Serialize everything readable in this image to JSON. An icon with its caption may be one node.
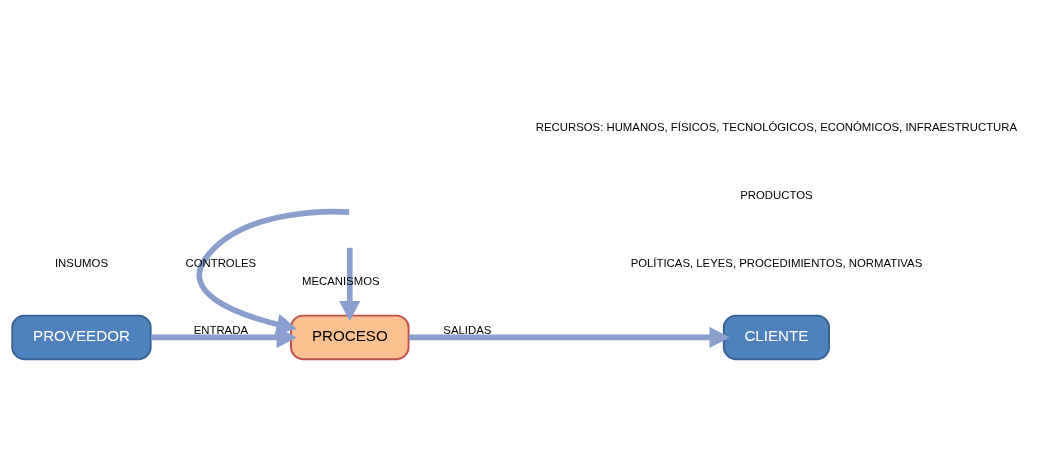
{
  "diagram": {
    "nodes": [
      {
        "text": [
          "PROVEEDOR"
        ]
      },
      {
        "text": [
          "PROCESO"
        ]
      },
      {
        "text": [
          "CLIENTE"
        ]
      }
    ],
    "edges": [
      {
        "from": 0,
        "to": 1,
        "arrow": "to",
        "label": "ENTRADA"
      },
      {
        "from": 1,
        "to": 2,
        "arrow": "to",
        "label": "SALIDAS"
      },
      {
        "from": null,
        "to": 1,
        "arrow": "to",
        "label": "CONTROLES"
      },
      {
        "from": null,
        "to": 1,
        "arrow": "to",
        "label": "MECANISMOS"
      }
    ],
    "labels": [
      "POLÍTICAS, LEYES, PROCEDIMIENTOS, NORMATIVAS",
      "INSUMOS",
      "PRODUCTOS",
      "RECURSOS: HUMANOS, FÍSICOS, TECNOLÓGICOS, ECONÓMICOS, INFRAESTRUCTURA"
    ]
  }
}
